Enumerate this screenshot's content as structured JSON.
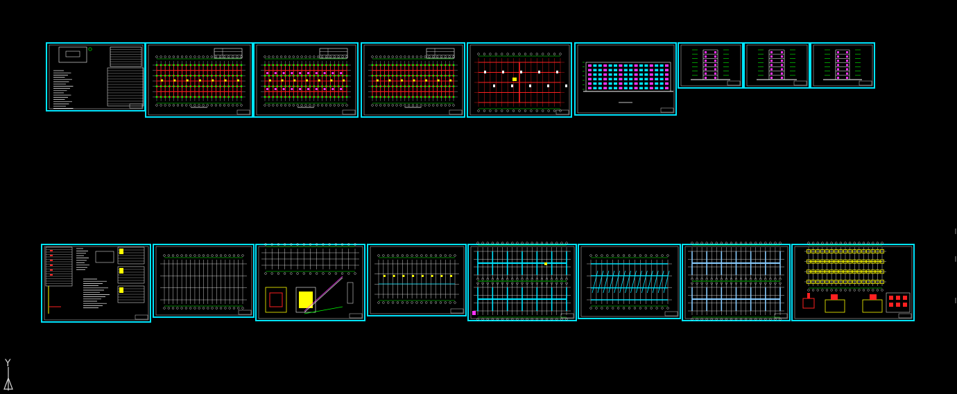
{
  "app": {
    "view": "CAD model space",
    "background": "#000000"
  },
  "colors": {
    "frame": "#00e5ff",
    "grid": "#ffffff",
    "column": "#00ff00",
    "wall": "#ff2020",
    "accent_magenta": "#ff33ff",
    "accent_yellow": "#ffff00",
    "cyan_fill": "#00e5ff",
    "line_gray": "#cfcfcf"
  },
  "ucs": {
    "axis_label": "Y",
    "icon": "ucs-icon"
  },
  "sheets_top": [
    {
      "name": "sheet-a-cover",
      "kind": "cover"
    },
    {
      "name": "sheet-a-floor-plan-1",
      "kind": "plan-red"
    },
    {
      "name": "sheet-a-floor-plan-2",
      "kind": "plan-red-magenta"
    },
    {
      "name": "sheet-a-floor-plan-3",
      "kind": "plan-red"
    },
    {
      "name": "sheet-a-roof-plan",
      "kind": "plan-roof"
    },
    {
      "name": "sheet-a-front-elevation",
      "kind": "elevation"
    },
    {
      "name": "sheet-a-section-1",
      "kind": "section"
    },
    {
      "name": "sheet-a-section-2",
      "kind": "section"
    },
    {
      "name": "sheet-a-section-3",
      "kind": "section"
    }
  ],
  "sheets_bottom": [
    {
      "name": "sheet-s-general-notes",
      "kind": "notes"
    },
    {
      "name": "sheet-s-grid-plan",
      "kind": "grid-white"
    },
    {
      "name": "sheet-s-stair-details",
      "kind": "stair"
    },
    {
      "name": "sheet-s-beam-plan-1",
      "kind": "grid-yellow"
    },
    {
      "name": "sheet-s-beam-plan-2",
      "kind": "grid-cyan-double"
    },
    {
      "name": "sheet-s-slab-plan",
      "kind": "grid-cyan"
    },
    {
      "name": "sheet-s-slab-plan-2",
      "kind": "grid-cyan-double-2"
    },
    {
      "name": "sheet-s-foundation-plan",
      "kind": "foundation"
    }
  ]
}
